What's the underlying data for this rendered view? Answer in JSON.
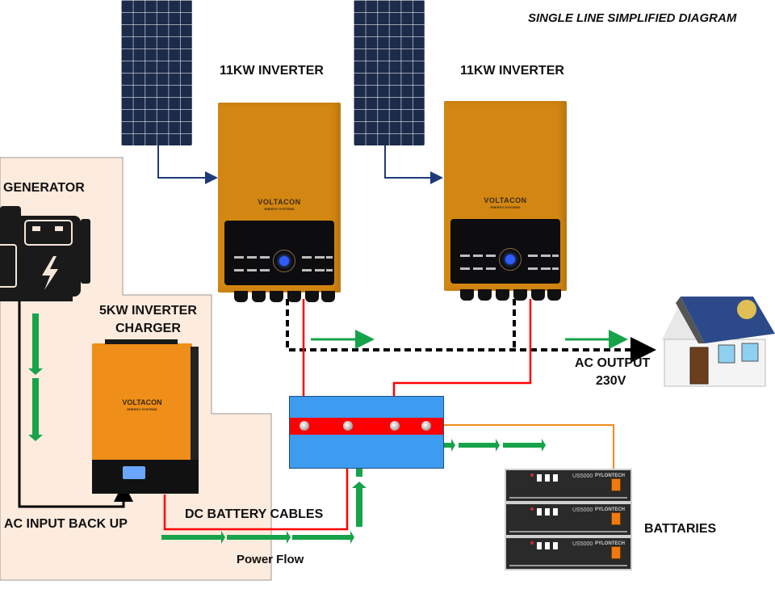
{
  "title": "SINGLE LINE SIMPLIFIED DIAGRAM",
  "components": {
    "inverter_left": {
      "label": "11KW INVERTER",
      "brand": "VOLTACON",
      "brand_sub": "ENERGY SYSTEMS"
    },
    "inverter_right": {
      "label": "11KW INVERTER",
      "brand": "VOLTACON",
      "brand_sub": "ENERGY SYSTEMS"
    },
    "generator": {
      "label": "GENERATOR"
    },
    "inverter_charger": {
      "label_line1": "5KW INVERTER",
      "label_line2": "CHARGER",
      "brand": "VOLTACON",
      "brand_sub": "ENERGY SYSTEMS"
    },
    "ac_output": {
      "label_line1": "AC OUTPUT",
      "label_line2": "230V"
    },
    "batteries": {
      "label": "BATTARIES",
      "units": [
        {
          "model": "US5000",
          "brand": "PYLONTECH"
        },
        {
          "model": "US5000",
          "brand": "PYLONTECH"
        },
        {
          "model": "US5000",
          "brand": "PYLONTECH"
        }
      ]
    }
  },
  "annotations": {
    "ac_input": "AC INPUT BACK UP",
    "dc_cables": "DC BATTERY CABLES",
    "power_flow": "Power Flow"
  },
  "colors": {
    "inverter_orange": "#d38712",
    "charger_orange": "#ef8e18",
    "dc_cable": "#ff0000",
    "battery_link": "#f08a1e",
    "flow_arrow": "#16a34a",
    "pv_wire": "#1f3a7a",
    "zone_bg": "#fdebdd",
    "bus_blue": "#3d9cf0"
  }
}
